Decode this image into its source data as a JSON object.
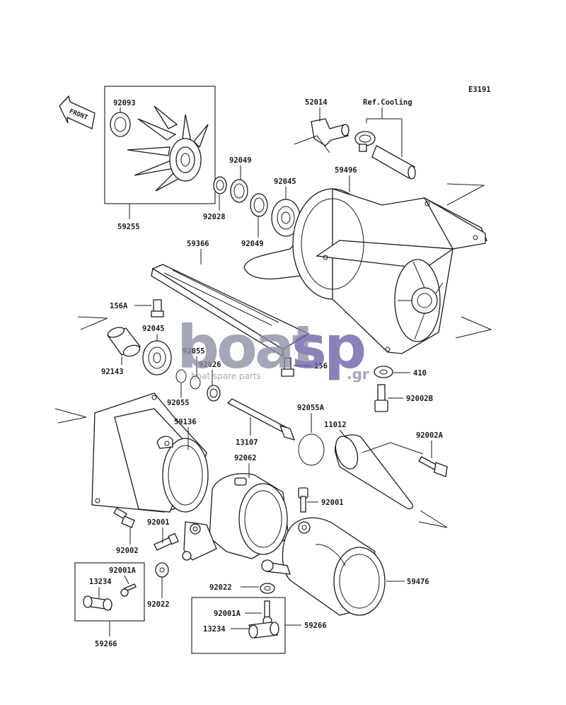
{
  "diagram_code": "E3191",
  "front_label": "FRONT",
  "ref_cooling": "Ref.Cooling",
  "watermark": {
    "main_left": "boat",
    "main_right": "sp",
    "suffix": ".gr",
    "tagline": "boat spare parts",
    "colors": {
      "main": "#8b8fa3",
      "accent": "#6b5fa8"
    }
  },
  "parts": {
    "p92093": "92093",
    "p59255": "59255",
    "p92049a": "92049",
    "p92045a": "92045",
    "p92028": "92028",
    "p92049b": "92049",
    "p52014": "52014",
    "p59496": "59496",
    "p59366": "59366",
    "p156A": "156A",
    "p92045b": "92045",
    "p92055a": "92055",
    "p92026": "92026",
    "p156": "156",
    "p92143": "92143",
    "p92055b": "92055",
    "p410": "410",
    "p92002B": "92002B",
    "p92055A": "92055A",
    "p11012": "11012",
    "p92002A": "92002A",
    "p59136": "59136",
    "p13107": "13107",
    "p92062": "92062",
    "p92001a": "92001",
    "p92001b": "92001",
    "p92002": "92002",
    "p92001A1": "92001A",
    "p13234a": "13234",
    "p92022a": "92022",
    "p92022b": "92022",
    "p59476": "59476",
    "p59266a": "59266",
    "p92001A2": "92001A",
    "p59266b": "59266",
    "p13234b": "13234"
  }
}
